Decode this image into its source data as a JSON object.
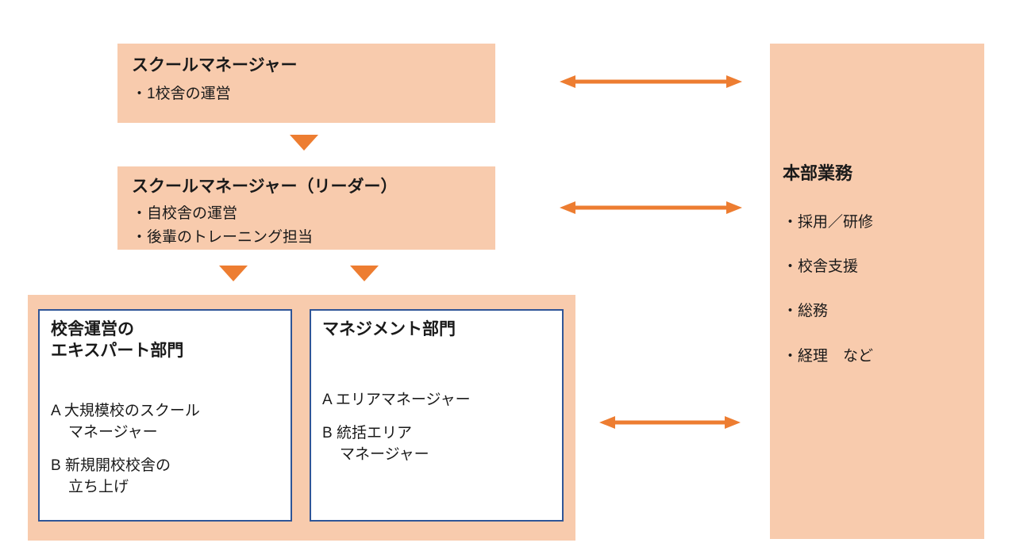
{
  "colors": {
    "peach": "#F8CBAD",
    "orange": "#ED7D31",
    "border_blue": "#2F5597",
    "text": "#1a1a1a"
  },
  "box1": {
    "title": "スクールマネージャー",
    "items": [
      "・1校舎の運営"
    ]
  },
  "box2": {
    "title": "スクールマネージャー（リーダー）",
    "items": [
      "・自校舎の運営",
      "・後輩のトレーニング担当"
    ]
  },
  "expert_box": {
    "title_lines": [
      "校舎運営の",
      "エキスパート部門"
    ],
    "item_a_lines": [
      "A 大規模校のスクール",
      "マネージャー"
    ],
    "item_b_lines": [
      "B 新規開校校舎の",
      "立ち上げ"
    ]
  },
  "management_box": {
    "title": "マネジメント部門",
    "item_a": "A エリアマネージャー",
    "item_b_lines": [
      "B 統括エリア",
      "マネージャー"
    ]
  },
  "hq_box": {
    "title": "本部業務",
    "items": [
      "・採用／研修",
      "・校舎支援",
      "・総務",
      "・経理　など"
    ]
  }
}
